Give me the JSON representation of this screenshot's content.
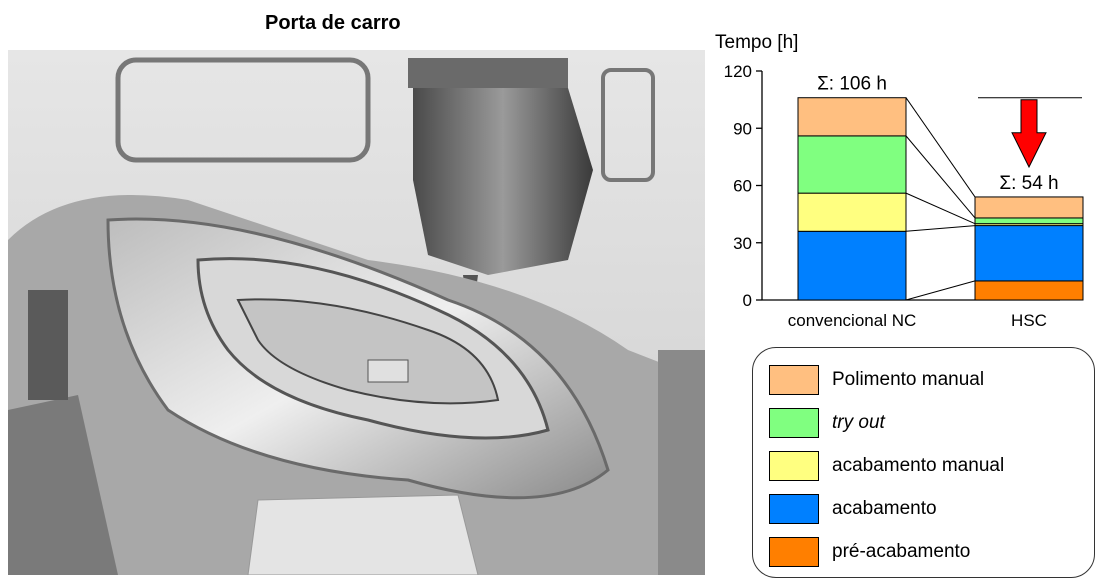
{
  "title": "Porta de carro",
  "chart_data": {
    "type": "bar",
    "stacked": true,
    "ylabel": "Tempo [h]",
    "ylim": [
      0,
      120
    ],
    "yticks": [
      0,
      30,
      60,
      90,
      120
    ],
    "categories": [
      "convencional NC",
      "HSC"
    ],
    "totals_labels": [
      "Σ: 106 h",
      "Σ: 54 h"
    ],
    "series": [
      {
        "name": "pré-acabamento",
        "color": "#ff7f00",
        "values": [
          0,
          10
        ]
      },
      {
        "name": "acabamento",
        "color": "#0080ff",
        "values": [
          36,
          29
        ]
      },
      {
        "name": "acabamento manual",
        "color": "#ffff80",
        "values": [
          20,
          1
        ]
      },
      {
        "name": "try out",
        "color": "#80ff80",
        "values": [
          30,
          3
        ]
      },
      {
        "name": "Polimento manual",
        "color": "#ffbf80",
        "values": [
          20,
          11
        ]
      }
    ],
    "legend_order": [
      "Polimento manual",
      "try out",
      "acabamento manual",
      "acabamento",
      "pré-acabamento"
    ],
    "legend_italic": [
      "try out"
    ],
    "arrow_color": "#ff0000",
    "grid": false
  }
}
